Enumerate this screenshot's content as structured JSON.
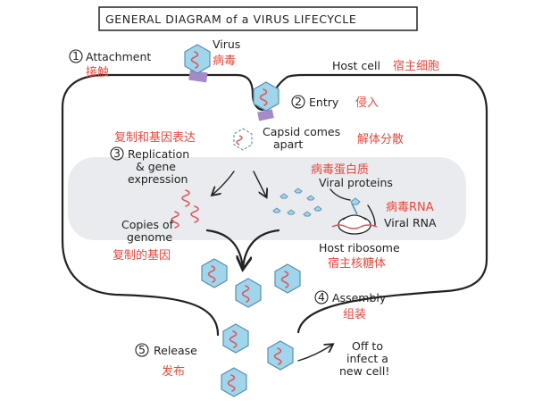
{
  "title": "GENERAL DIAGRAM of a VIRUS LIFECYCLE",
  "labels": {
    "attachment_num": "1",
    "attachment": "Attachment",
    "attachment_cn": "接触",
    "virus": "Virus",
    "virus_cn": "病毒",
    "host_cell": "Host cell",
    "host_cell_cn": "宿主细胞",
    "entry_num": "2",
    "entry": "Entry",
    "entry_cn": "侵入",
    "capsid_line1": "Capsid comes",
    "capsid_line2": "apart",
    "capsid_cn": "解体分散",
    "replication_cn": "复制和基因表达",
    "replication_num": "3",
    "replication_line1": "Replication",
    "replication_line2": "& gene",
    "replication_line3": "expression",
    "viral_proteins_cn": "病毒蛋白质",
    "viral_proteins": "Viral proteins",
    "viral_rna_cn": "病毒RNA",
    "viral_rna": "Viral RNA",
    "copies_line1": "Copies of",
    "copies_line2": "genome",
    "copies_cn": "复制的基因",
    "ribosome": "Host ribosome",
    "ribosome_cn": "宿主核糖体",
    "assembly_num": "4",
    "assembly": "Assembly",
    "assembly_cn": "组装",
    "release_num": "5",
    "release": "Release",
    "release_cn": "发布",
    "off_line1": "Off to",
    "off_line2": "infect a",
    "off_line3": "new cell!"
  },
  "colors": {
    "capsid_fill": "#9fd6ec",
    "capsid_stroke": "#5a8fb0",
    "rna": "#e0565f",
    "receptor": "#a689c9",
    "cytoplasm_band": "#e9ebee",
    "chinese_text": "#e8473c"
  }
}
